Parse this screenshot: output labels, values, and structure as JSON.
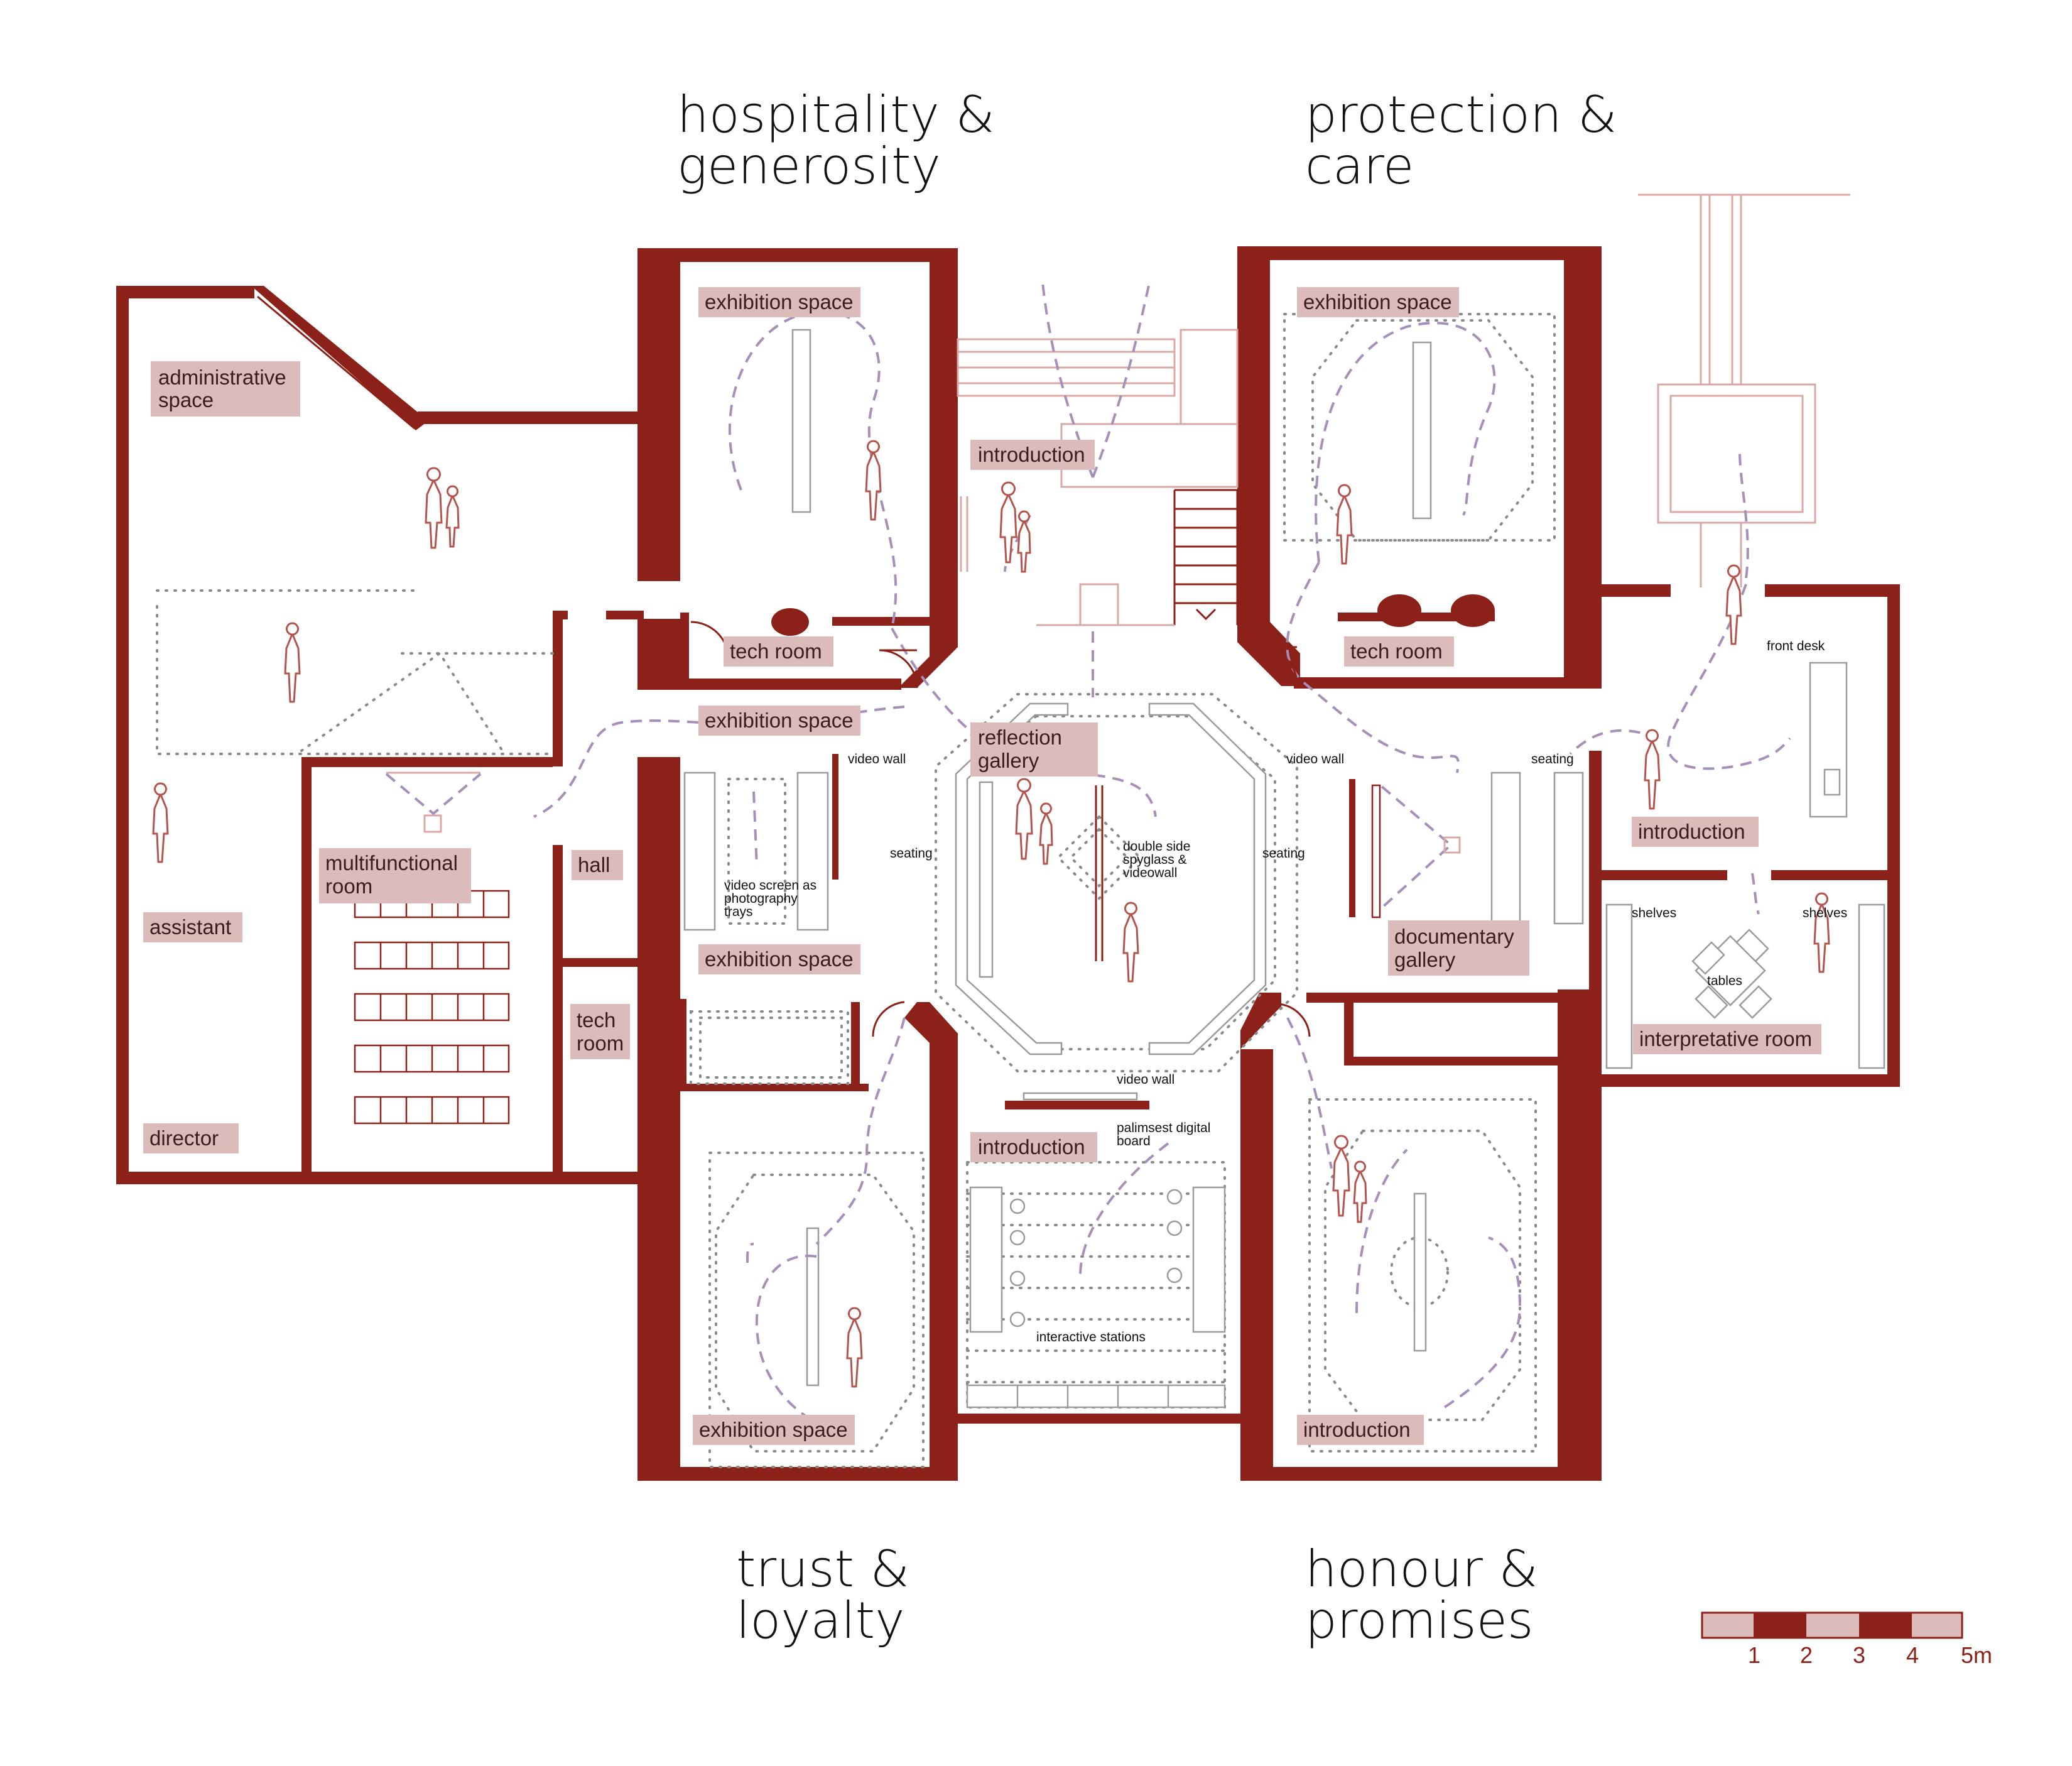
{
  "themes": {
    "top_left": [
      "hospitality &",
      "generosity"
    ],
    "top_right": [
      "protection &",
      "care"
    ],
    "bottom_left": [
      "trust &",
      "loyalty"
    ],
    "bottom_right": [
      "honour &",
      "promises"
    ]
  },
  "rooms": {
    "administrative_space": [
      "administrative",
      "space"
    ],
    "exhibition_space_nw": [
      "exhibition space"
    ],
    "exhibition_space_ne": [
      "exhibition space"
    ],
    "introduction_north": [
      "introduction"
    ],
    "tech_room_nw": [
      "tech room"
    ],
    "tech_room_ne": [
      "tech room"
    ],
    "exhibition_space_west_upper": [
      "exhibition space"
    ],
    "reflection_gallery": [
      "reflection",
      "gallery"
    ],
    "multifunctional_room": [
      "multifunctional",
      "room"
    ],
    "hall": [
      "hall"
    ],
    "assistant": [
      "assistant"
    ],
    "exhibition_space_west_lower": [
      "exhibition space"
    ],
    "tech_room_west": [
      "tech",
      "room"
    ],
    "director": [
      "director"
    ],
    "introduction_east": [
      "introduction"
    ],
    "documentary_gallery": [
      "documentary",
      "gallery"
    ],
    "interpretative_room": [
      "interpretative room"
    ],
    "introduction_south": [
      "introduction"
    ],
    "exhibition_space_sw": [
      "exhibition space"
    ],
    "introduction_se": [
      "introduction"
    ]
  },
  "annotations": {
    "video_wall_left": "video wall",
    "video_wall_right": "video wall",
    "seating_left": "seating",
    "seating_right": "seating",
    "seating_documentary": "seating",
    "double_side": [
      "double side",
      "spyglass &",
      "videowall"
    ],
    "video_screen": [
      "video screen as",
      "photography",
      "trays"
    ],
    "front_desk": "front desk",
    "shelves_left": "shelves",
    "shelves_right": "shelves",
    "tables": "tables",
    "video_wall_south": "video wall",
    "palimsest": [
      "palimsest digital",
      "board"
    ],
    "interactive_stations": "interactive stations"
  },
  "scale_bar": {
    "labels": [
      "1",
      "2",
      "3",
      "4",
      "5m"
    ],
    "segments": 5,
    "colors": [
      "#dcbcbb",
      "#8b2118"
    ]
  },
  "colors": {
    "wall": "#8b2118",
    "label_bg": "#dcbcbb",
    "route": "#a68fb8",
    "furniture_dots": "#8a8a8a"
  }
}
